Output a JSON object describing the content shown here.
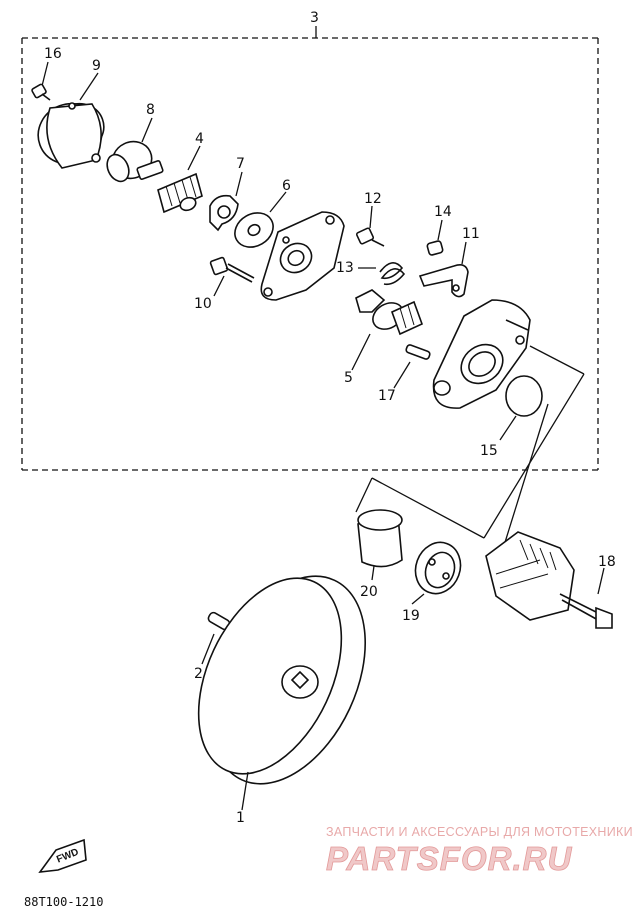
{
  "diagram": {
    "assembly_label": "3",
    "diagram_code": "88T100-1210",
    "fwd_label": "FWD",
    "callouts": {
      "c1": "1",
      "c2": "2",
      "c3": "3",
      "c4": "4",
      "c5": "5",
      "c6": "6",
      "c7": "7",
      "c8": "8",
      "c9": "9",
      "c10": "10",
      "c11": "11",
      "c12": "12",
      "c13": "13",
      "c14": "14",
      "c15": "15",
      "c16": "16",
      "c17": "17",
      "c18": "18",
      "c19": "19",
      "c20": "20"
    }
  },
  "watermark": {
    "tagline": "ЗАПЧАСТИ И АКСЕССУАРЫ ДЛЯ МОТОТЕХНИКИ",
    "brand": "PARTSFOR.RU"
  }
}
